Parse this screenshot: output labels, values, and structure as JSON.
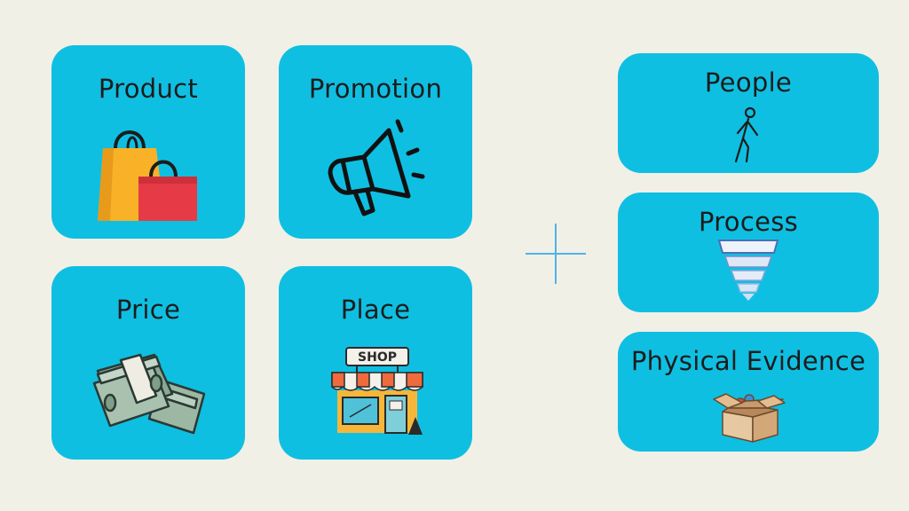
{
  "colors": {
    "background": "#f1f0e6",
    "card": "#0fbfe2",
    "plus": "#4fb3ea",
    "text": "#1c1c1c"
  },
  "four_ps": [
    {
      "label": "Product",
      "icon": "shopping-bags-icon"
    },
    {
      "label": "Promotion",
      "icon": "megaphone-icon"
    },
    {
      "label": "Price",
      "icon": "money-stacks-icon"
    },
    {
      "label": "Place",
      "icon": "shop-storefront-icon"
    }
  ],
  "operator": {
    "icon": "plus-icon"
  },
  "extended_ps": [
    {
      "label": "People",
      "icon": "walking-person-icon"
    },
    {
      "label": "Process",
      "icon": "funnel-icon"
    },
    {
      "label": "Physical Evidence",
      "icon": "open-box-icon"
    }
  ],
  "shop_sign": "SHOP"
}
